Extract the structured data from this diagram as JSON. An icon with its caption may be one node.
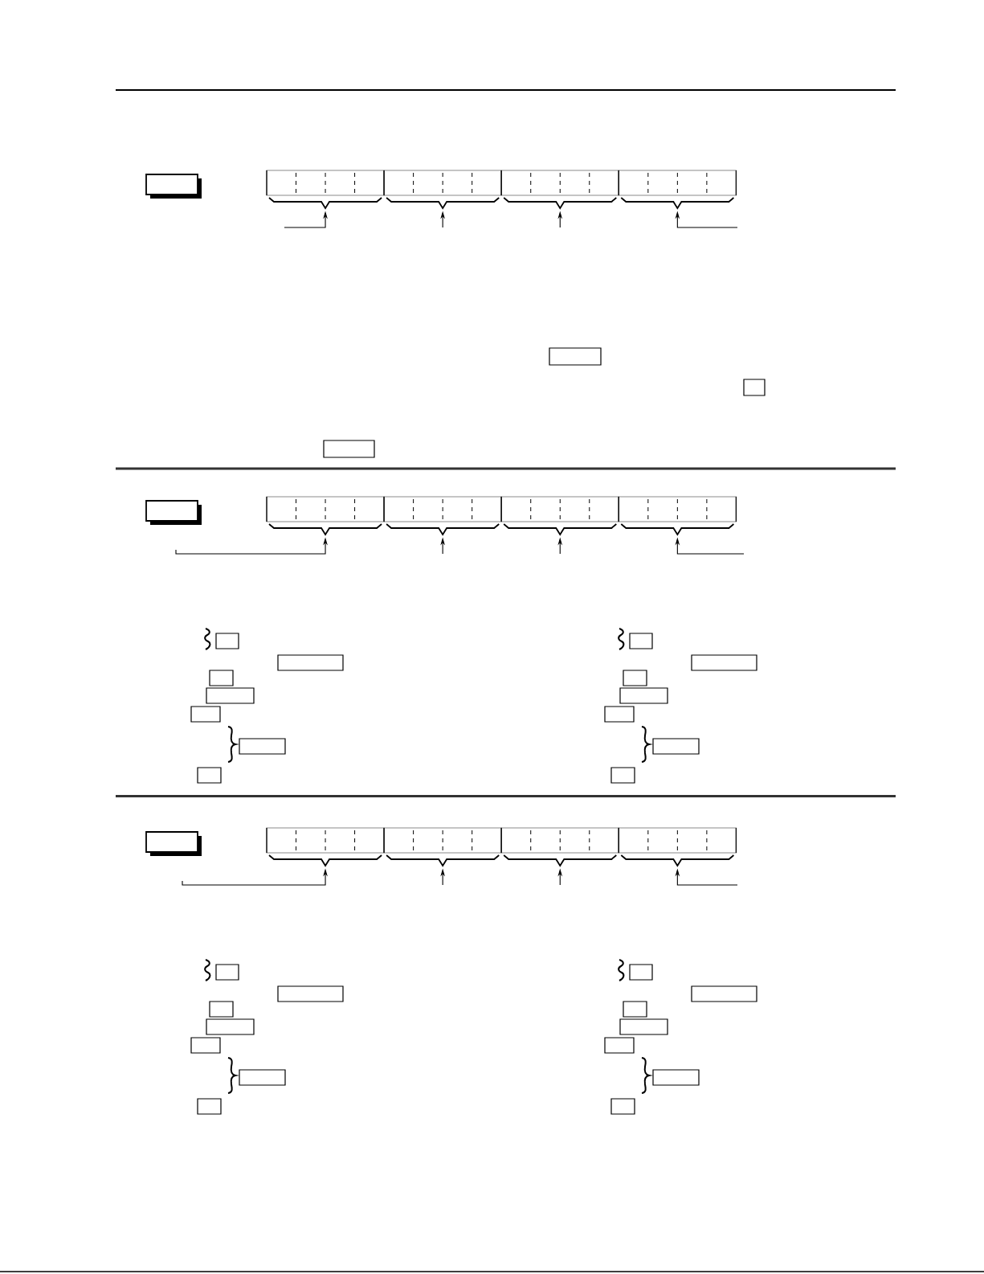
{
  "diagram": {
    "nodes": [
      {
        "text": [],
        "shape": "box"
      },
      {
        "text": [],
        "shape": "box"
      },
      {
        "text": [],
        "shape": "box"
      },
      {
        "text": [],
        "shape": "box"
      },
      {
        "text": [],
        "shape": "box"
      },
      {
        "text": [],
        "shape": "brace"
      },
      {
        "text": [],
        "shape": "brace"
      },
      {
        "text": [],
        "shape": "brace"
      },
      {
        "text": [],
        "shape": "brace"
      },
      {
        "text": [],
        "shape": "box"
      },
      {
        "text": [],
        "shape": "box"
      },
      {
        "text": [],
        "shape": "box"
      },
      {
        "text": [],
        "shape": "box"
      },
      {
        "text": [],
        "shape": "box"
      },
      {
        "text": [],
        "shape": "box"
      },
      {
        "text": [],
        "shape": "box"
      },
      {
        "text": [],
        "shape": "box"
      },
      {
        "text": [],
        "shape": "brace"
      },
      {
        "text": [],
        "shape": "brace"
      },
      {
        "text": [],
        "shape": "brace"
      },
      {
        "text": [],
        "shape": "brace"
      },
      {
        "text": [],
        "shape": "box"
      },
      {
        "text": [],
        "shape": "box"
      },
      {
        "text": [],
        "shape": "box"
      },
      {
        "text": [],
        "shape": "box"
      },
      {
        "text": [],
        "shape": "box"
      },
      {
        "text": [],
        "shape": "box"
      },
      {
        "text": [],
        "shape": "box"
      },
      {
        "text": [],
        "shape": "box"
      },
      {
        "text": [],
        "shape": "box"
      },
      {
        "text": [],
        "shape": "box"
      },
      {
        "text": [],
        "shape": "box"
      },
      {
        "text": [],
        "shape": "box"
      },
      {
        "text": [],
        "shape": "box"
      },
      {
        "text": [],
        "shape": "box"
      },
      {
        "text": [],
        "shape": "box"
      },
      {
        "text": [],
        "shape": "box"
      },
      {
        "text": [],
        "shape": "box"
      },
      {
        "text": [],
        "shape": "box"
      },
      {
        "text": [],
        "shape": "box"
      },
      {
        "text": [],
        "shape": "brace"
      },
      {
        "text": [],
        "shape": "brace"
      },
      {
        "text": [],
        "shape": "brace"
      },
      {
        "text": [],
        "shape": "brace"
      },
      {
        "text": [],
        "shape": "box"
      },
      {
        "text": [],
        "shape": "box"
      },
      {
        "text": [],
        "shape": "box"
      },
      {
        "text": [],
        "shape": "box"
      },
      {
        "text": [],
        "shape": "box"
      },
      {
        "text": [],
        "shape": "box"
      },
      {
        "text": [],
        "shape": "box"
      },
      {
        "text": [],
        "shape": "box"
      },
      {
        "text": [],
        "shape": "box"
      },
      {
        "text": [],
        "shape": "box"
      },
      {
        "text": [],
        "shape": "box"
      },
      {
        "text": [],
        "shape": "box"
      },
      {
        "text": [],
        "shape": "box"
      },
      {
        "text": [],
        "shape": "box"
      }
    ],
    "edges": [
      {
        "from": null,
        "to": 5,
        "arrow": "to"
      },
      {
        "from": null,
        "to": 6,
        "arrow": "to"
      },
      {
        "from": null,
        "to": 7,
        "arrow": "to"
      },
      {
        "from": null,
        "to": 8,
        "arrow": "to"
      },
      {
        "from": null,
        "to": 17,
        "arrow": "to"
      },
      {
        "from": null,
        "to": 18,
        "arrow": "to"
      },
      {
        "from": null,
        "to": 19,
        "arrow": "to"
      },
      {
        "from": null,
        "to": 20,
        "arrow": "to"
      },
      {
        "from": null,
        "to": 40,
        "arrow": "to"
      },
      {
        "from": null,
        "to": 41,
        "arrow": "to"
      },
      {
        "from": null,
        "to": 42,
        "arrow": "to"
      },
      {
        "from": null,
        "to": 43,
        "arrow": "to"
      }
    ]
  }
}
